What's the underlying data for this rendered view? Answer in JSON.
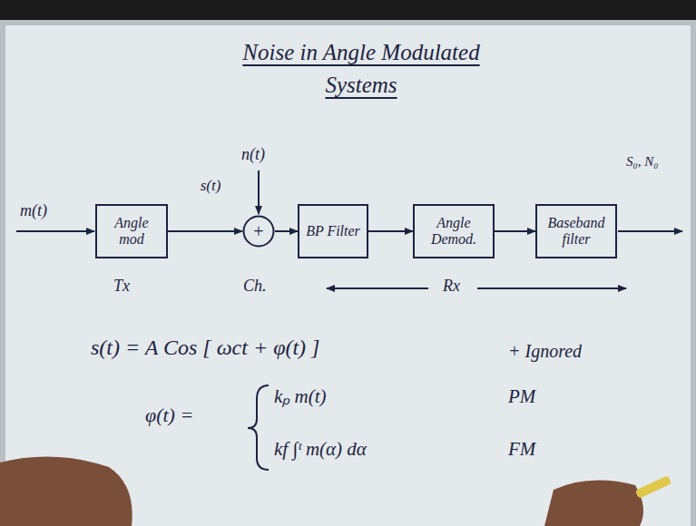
{
  "diagram": {
    "title": "Noise in Angle Modulated Systems",
    "nodes": [
      {
        "text": [
          "Angle mod"
        ]
      },
      {
        "text": [
          "+"
        ]
      },
      {
        "text": [
          "BP Filter"
        ]
      },
      {
        "text": [
          "Angle Demod."
        ]
      },
      {
        "text": [
          "Baseband filter"
        ]
      }
    ],
    "edges": [
      {
        "from": 0,
        "to": 1,
        "arrow": "to",
        "label": "s(t)"
      },
      {
        "from": 1,
        "to": 2,
        "arrow": "to"
      },
      {
        "from": 2,
        "to": 3,
        "arrow": "to"
      },
      {
        "from": 3,
        "to": 4,
        "arrow": "to"
      }
    ],
    "labels": [
      "m(t)",
      "n(t)",
      "S₀, N₀",
      "Tx",
      "Ch.",
      "Rx",
      "s(t) = A Cos [ ωct + φ(t) ]",
      "+ Ignored",
      "φ(t) =",
      "kₚ m(t)",
      "PM",
      "kf ∫ᵗ m(α) dα",
      "FM"
    ]
  }
}
